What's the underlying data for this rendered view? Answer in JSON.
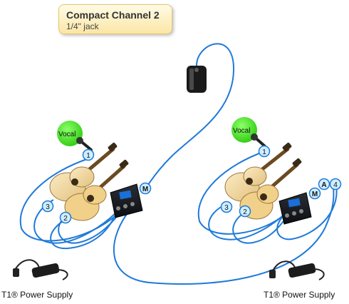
{
  "callout": {
    "title": "Compact Channel 2",
    "subtitle": "1/4\" jack"
  },
  "left_rig": {
    "vocal_label": "Vocal",
    "inputs": [
      "1",
      "2",
      "3"
    ],
    "mixer_badges": [
      "M"
    ],
    "power_caption": "T1® Power Supply"
  },
  "right_rig": {
    "vocal_label": "Vocal",
    "inputs": [
      "1",
      "2",
      "3",
      "4"
    ],
    "mixer_badges": [
      "M",
      "A"
    ],
    "power_caption": "T1® Power Supply"
  },
  "colors": {
    "cable": "#1f7ad8",
    "vocal_green": "#3be01a",
    "badge_fill": "#cfeeff",
    "guitar_body": "#f3dca8",
    "guitar_dark": "#6b4a22"
  }
}
